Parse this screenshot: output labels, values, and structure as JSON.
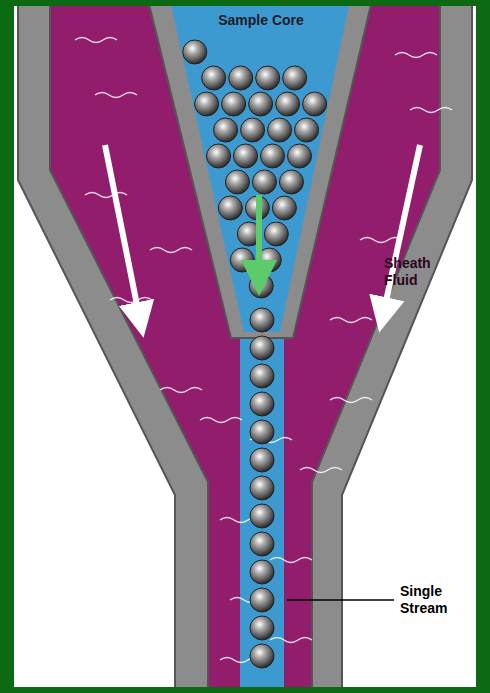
{
  "diagram": {
    "labels": [
      "Sample Core",
      "Sheath Fluid",
      "Single Stream"
    ]
  }
}
